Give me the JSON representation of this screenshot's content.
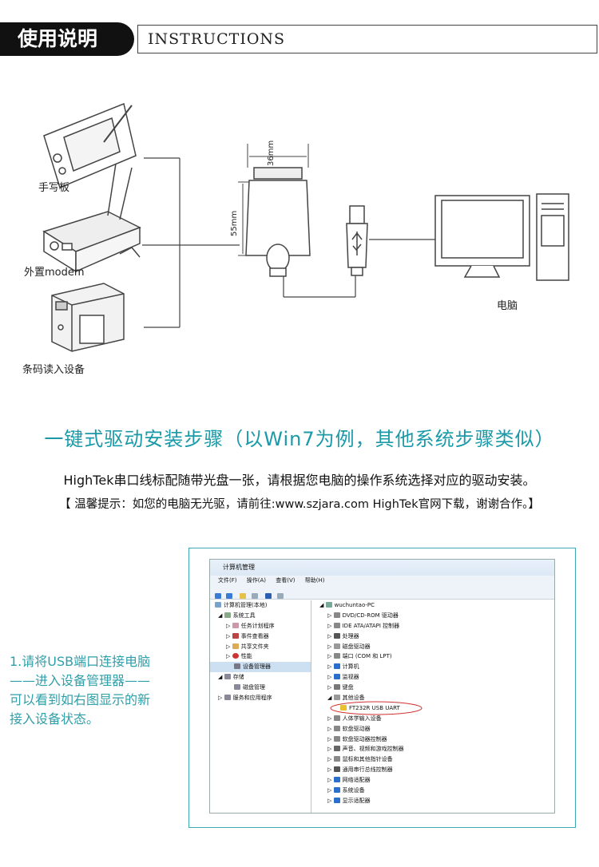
{
  "header": {
    "title_cn": "使用说明",
    "title_en": "INSTRUCTIONS"
  },
  "diagram": {
    "device_tablet": "手写板",
    "device_modem": "外置modem",
    "device_barcode": "条码读入设备",
    "computer": "电脑",
    "dim_width": "36mm",
    "dim_height": "55mm"
  },
  "section": {
    "title": "一键式驱动安装步骤（以Win7为例，其他系统步骤类似）",
    "intro": "HighTek串口线标配随带光盘一张，请根据您电脑的操作系统选择对应的驱动安装。",
    "tip": "【 温馨提示：如您的电脑无光驱，请前往:www.szjara.com HighTek官网下载，谢谢合作。】"
  },
  "step1": {
    "line1": "1.请将USB端口连接电脑",
    "line2": "——进入设备管理器——",
    "line3": "可以看到如右图显示的新",
    "line4": "接入设备状态。"
  },
  "screenshot": {
    "window_title": "计算机管理",
    "menu": [
      "文件(F)",
      "操作(A)",
      "查看(V)",
      "帮助(H)"
    ],
    "left_tree": [
      "计算机管理(本地)",
      "系统工具",
      "任务计划程序",
      "事件查看器",
      "共享文件夹",
      "性能",
      "设备管理器",
      "存储",
      "磁盘管理",
      "服务和应用程序"
    ],
    "right_tree": [
      "wuchuntao-PC",
      "DVD/CD-ROM 驱动器",
      "IDE ATA/ATAPI 控制器",
      "处理器",
      "磁盘驱动器",
      "端口 (COM 和 LPT)",
      "计算机",
      "监视器",
      "键盘",
      "其他设备",
      "FT232R USB UART",
      "人体学输入设备",
      "软盘驱动器",
      "软盘驱动器控制器",
      "声音、视频和游戏控制器",
      "鼠标和其他指针设备",
      "通用串行总线控制器",
      "网络适配器",
      "系统设备",
      "显示适配器"
    ]
  },
  "colors": {
    "accent": "#1a9aa8",
    "header_bg": "#111111",
    "highlight_circle": "#d03030"
  }
}
